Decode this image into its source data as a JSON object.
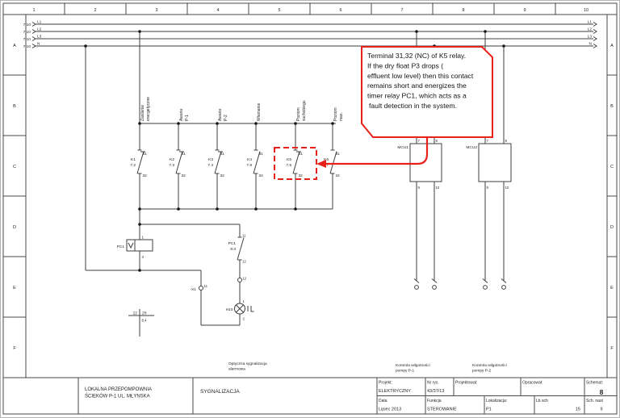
{
  "grid": {
    "columns": [
      "1",
      "2",
      "3",
      "4",
      "5",
      "6",
      "7",
      "8",
      "9",
      "10"
    ],
    "rows": [
      "A",
      "B",
      "C",
      "D",
      "E",
      "F"
    ]
  },
  "rails": {
    "source_ref": "7.10",
    "labels": [
      "L1",
      "L2",
      "L3",
      "N"
    ]
  },
  "branches": [
    {
      "l1": "Zasilanie",
      "l2": "energetyczne"
    },
    {
      "l1": "Awaria",
      "l2": "P-1"
    },
    {
      "l1": "Awaria",
      "l2": "P-2"
    },
    {
      "l1": "Włamanie",
      "l2": ""
    },
    {
      "l1": "Poziom",
      "l2": "suchobiegu"
    },
    {
      "l1": "Poziom",
      "l2": "max."
    }
  ],
  "contacts": [
    {
      "name": "K1",
      "ref": "7.2",
      "t": "31",
      "b": "32"
    },
    {
      "name": "K2",
      "ref": "7.3",
      "t": "31",
      "b": "32"
    },
    {
      "name": "K3",
      "ref": "7.4",
      "t": "31",
      "b": "32"
    },
    {
      "name": "K4",
      "ref": "7.8",
      "t": "31",
      "b": "34"
    },
    {
      "name": "K5",
      "ref": "7.6",
      "t": "31",
      "b": "32"
    },
    {
      "name": "K6",
      "ref": "7.7",
      "t": "31",
      "b": "34"
    }
  ],
  "relay_coil": {
    "name": "PC1",
    "t": "1",
    "b": "3",
    "xref_l": "ZZ",
    "xref_r": "ZR",
    "xref_loc": "8.4"
  },
  "relay_contact": {
    "name": "PC1",
    "ref": "8.3",
    "t": "11",
    "b": "12"
  },
  "terminal_block": {
    "name": "-X1",
    "pin_l": "11",
    "pin_r": "12"
  },
  "lamp": {
    "name": "H10",
    "t": "1",
    "b": "2"
  },
  "mcus": [
    {
      "name": "MCU1",
      "t7": "7",
      "t8": "8",
      "t9": "9",
      "t10": "10"
    },
    {
      "name": "MCU2",
      "t7": "7",
      "t8": "8",
      "t9": "9",
      "t10": "10"
    }
  ],
  "captions": {
    "optical_1": "Optyczna sygnalizacja",
    "optical_2": "alarmowa",
    "hum1_1": "Kontrola wilgotności",
    "hum1_2": "pompy P-1",
    "hum2_1": "Kontrola wilgotności",
    "hum2_2": "pompy P-2"
  },
  "callout": {
    "color": "#e8221a",
    "lines": [
      "Terminal 31,32 (NC) of K5 relay.",
      "If the dry float P3 drops (",
      "effluent low level) then this contact",
      "remains short and energizes the",
      "timer relay PC1, which acts as a",
      "fault detection in the system."
    ]
  },
  "title_block": {
    "station_1": "LOKALNA PRZEPOMPOWNIA",
    "station_2": "ŚCIEKÓW P-1 UL. MŁYNSKA",
    "drawing_title": "SYGNALIZACJA",
    "projekt_label": "Projekt:",
    "projekt_value": "ELEKTRYCZNY",
    "nr_rys_label": "Nr rys.",
    "nr_rys_value": "43/37/13",
    "projektowal_label": "Projektował:",
    "opracowal_label": "Opracował:",
    "schemat_label": "Schemat:",
    "schemat_value": "8",
    "data_label": "Data",
    "data_value": "Lipiec 2013",
    "funkcja_label": "Funkcja",
    "funkcja_value": "STEROWANIE",
    "lokalizacja_label": "Lokalizacja:",
    "lokalizacja_value": "P1",
    "lb_sch_label": "Lb sch",
    "lb_sch_value": "15",
    "sch_nast_label": "Sch. nast",
    "sch_nast_value": "9"
  }
}
